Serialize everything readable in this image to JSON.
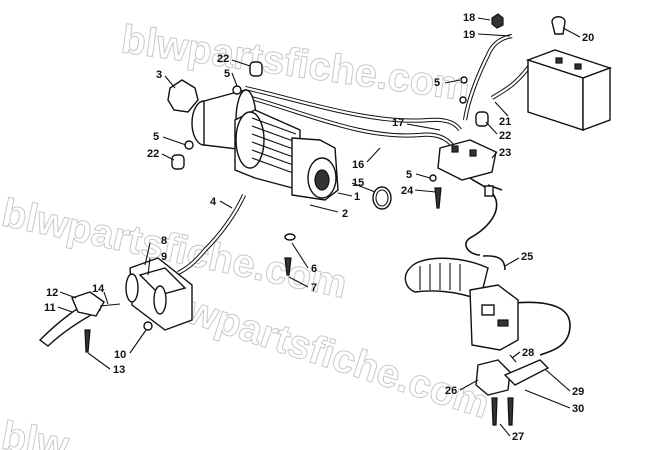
{
  "watermark": {
    "text_top": "blwpartsfiche.com",
    "text_left": "blwpartsfiche.com",
    "text_center": "blwpartsfiche.com",
    "text_bottom": "blw"
  },
  "callouts": {
    "c1": "1",
    "c2": "2",
    "c3": "3",
    "c4": "4",
    "c5a": "5",
    "c5b": "5",
    "c5c": "5",
    "c5d": "5",
    "c6": "6",
    "c7": "7",
    "c8": "8",
    "c9": "9",
    "c10": "10",
    "c11": "11",
    "c12": "12",
    "c13": "13",
    "c14": "14",
    "c15": "15",
    "c16": "16",
    "c17": "17",
    "c18": "18",
    "c19": "19",
    "c20": "20",
    "c21": "21",
    "c22a": "22",
    "c22b": "22",
    "c22c": "22",
    "c23": "23",
    "c24": "24",
    "c25": "25",
    "c26": "26",
    "c27": "27",
    "c28": "28",
    "c29": "29",
    "c30": "30"
  }
}
